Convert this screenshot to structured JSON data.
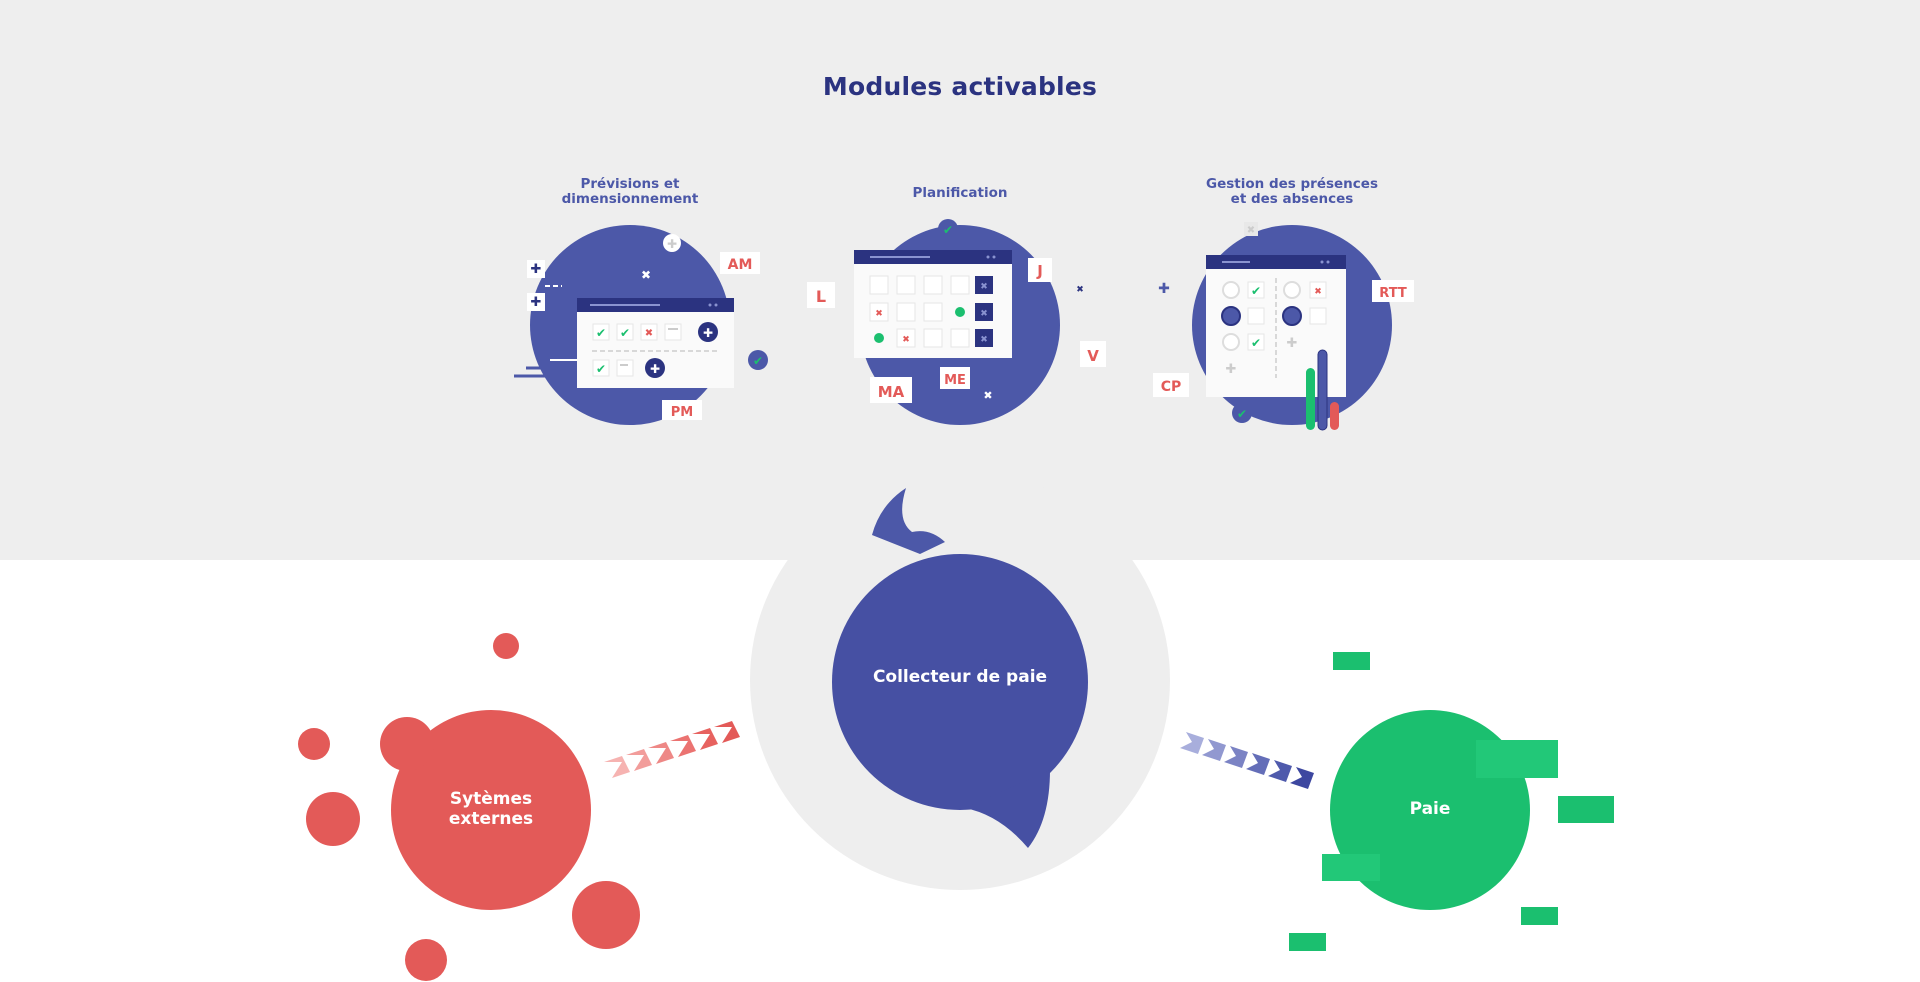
{
  "page": {
    "title": "Modules activables"
  },
  "modules": [
    {
      "id": "forecast",
      "label_line1": "Prévisions et",
      "label_line2": "dimensionnement",
      "tags": [
        "AM",
        "PM"
      ]
    },
    {
      "id": "planning",
      "label_line1": "Planification",
      "label_line2": "",
      "tags": [
        "L",
        "J",
        "V",
        "MA",
        "ME"
      ]
    },
    {
      "id": "attendance",
      "label_line1": "Gestion des présences",
      "label_line2": "et des absences",
      "tags": [
        "RTT",
        "CP"
      ]
    }
  ],
  "flow": {
    "source": {
      "line1": "Sytèmes",
      "line2": "externes"
    },
    "center": {
      "label": "Collecteur de paie"
    },
    "target": {
      "label": "Paie"
    }
  },
  "colors": {
    "navy": "#2b3380",
    "blue": "#4c58a8",
    "red": "#e35a58",
    "green": "#1bbf6f",
    "bg": "#eeeeee"
  }
}
